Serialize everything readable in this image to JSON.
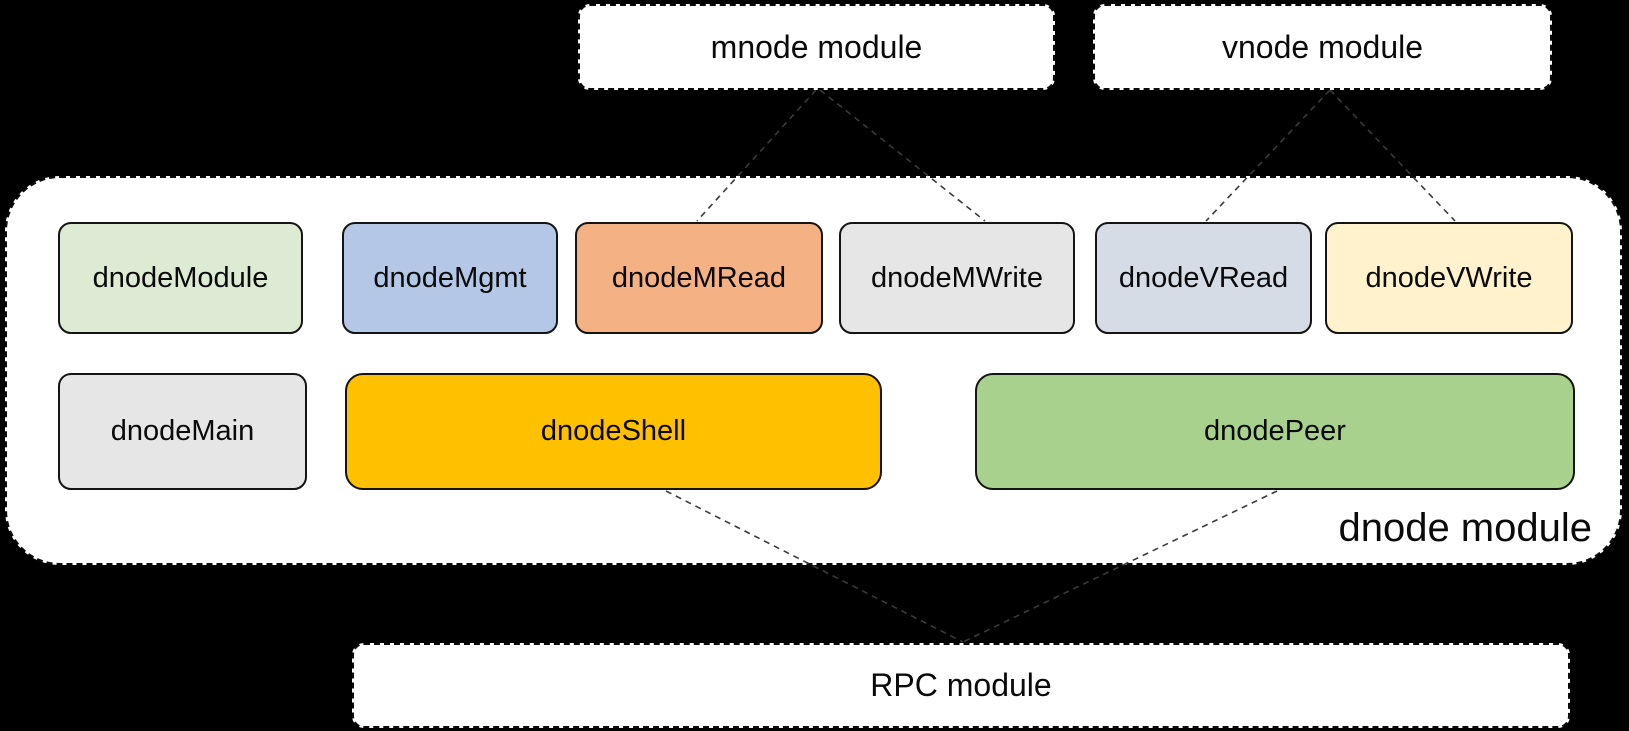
{
  "canvas": {
    "background": "#000000",
    "surface": "#ffffff",
    "border": "#141414",
    "connector_color": "#3a3a3a"
  },
  "modules": {
    "mnode": {
      "label": "mnode module"
    },
    "vnode": {
      "label": "vnode module"
    },
    "rpc": {
      "label": "RPC module"
    },
    "dnode": {
      "label": "dnode module"
    }
  },
  "components": {
    "dnodeModule": {
      "label": "dnodeModule",
      "fill": "#DDEBD5"
    },
    "dnodeMgmt": {
      "label": "dnodeMgmt",
      "fill": "#B4C7E7"
    },
    "dnodeMRead": {
      "label": "dnodeMRead",
      "fill": "#F4B183"
    },
    "dnodeMWrite": {
      "label": "dnodeMWrite",
      "fill": "#E7E6E6"
    },
    "dnodeVRead": {
      "label": "dnodeVRead",
      "fill": "#D6DCE5"
    },
    "dnodeVWrite": {
      "label": "dnodeVWrite",
      "fill": "#FFF2CC"
    },
    "dnodeMain": {
      "label": "dnodeMain",
      "fill": "#E7E6E6"
    },
    "dnodeShell": {
      "label": "dnodeShell",
      "fill": "#FFC000"
    },
    "dnodePeer": {
      "label": "dnodePeer",
      "fill": "#A9D18E"
    }
  },
  "connections": [
    {
      "from": "mnode module",
      "to": "dnodeMRead"
    },
    {
      "from": "mnode module",
      "to": "dnodeMWrite"
    },
    {
      "from": "vnode module",
      "to": "dnodeVRead"
    },
    {
      "from": "vnode module",
      "to": "dnodeVWrite"
    },
    {
      "from": "dnodeShell",
      "to": "RPC module"
    },
    {
      "from": "dnodePeer",
      "to": "RPC module"
    }
  ]
}
